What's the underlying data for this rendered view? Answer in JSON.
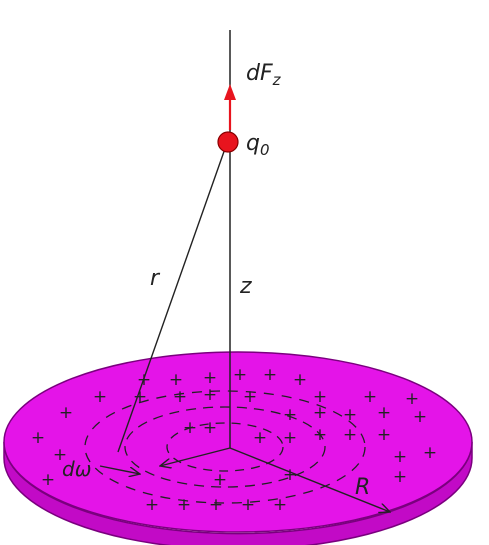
{
  "labels": {
    "force": "dF",
    "force_sub": "z",
    "charge": "q",
    "charge_sub": "0",
    "distance_r": "r",
    "height_z": "z",
    "ring_element": "dω",
    "radius": "R"
  },
  "colors": {
    "disk_fill": "#e414e8",
    "disk_edge": "#b100b8",
    "charge": "#e8141e",
    "arrow": "#e8141e",
    "line": "#222222"
  },
  "plus_sign": "+"
}
